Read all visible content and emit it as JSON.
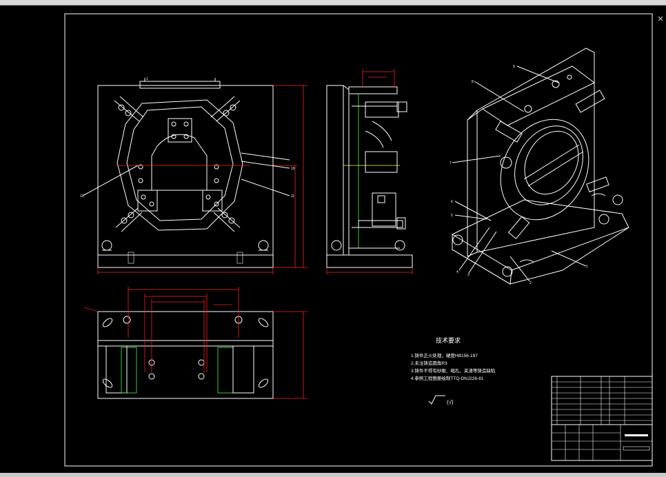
{
  "tech_requirements": {
    "title": "技术要求",
    "items": [
      "1.铸件正火处理，硬度HB156-197",
      "2.未注铸造圆角R3",
      "3.铸件不得有砂眼、缩孔、夹渣等铸造缺陷",
      "4.参照工程图册绘制TTQ-DNJ226-81"
    ]
  },
  "surface_finish": {
    "label": "(√)"
  },
  "part_labels": {
    "front_view": [
      "1",
      "10",
      "11",
      "12"
    ],
    "iso_view": [
      "1",
      "2",
      "3",
      "4",
      "5",
      "6",
      "7",
      "8",
      "9"
    ]
  },
  "colors": {
    "background": "#000000",
    "lines": "#ffffff",
    "dimensions": "#ff2020",
    "centerlines": "#ffff40",
    "hatch": "#40ff40"
  }
}
